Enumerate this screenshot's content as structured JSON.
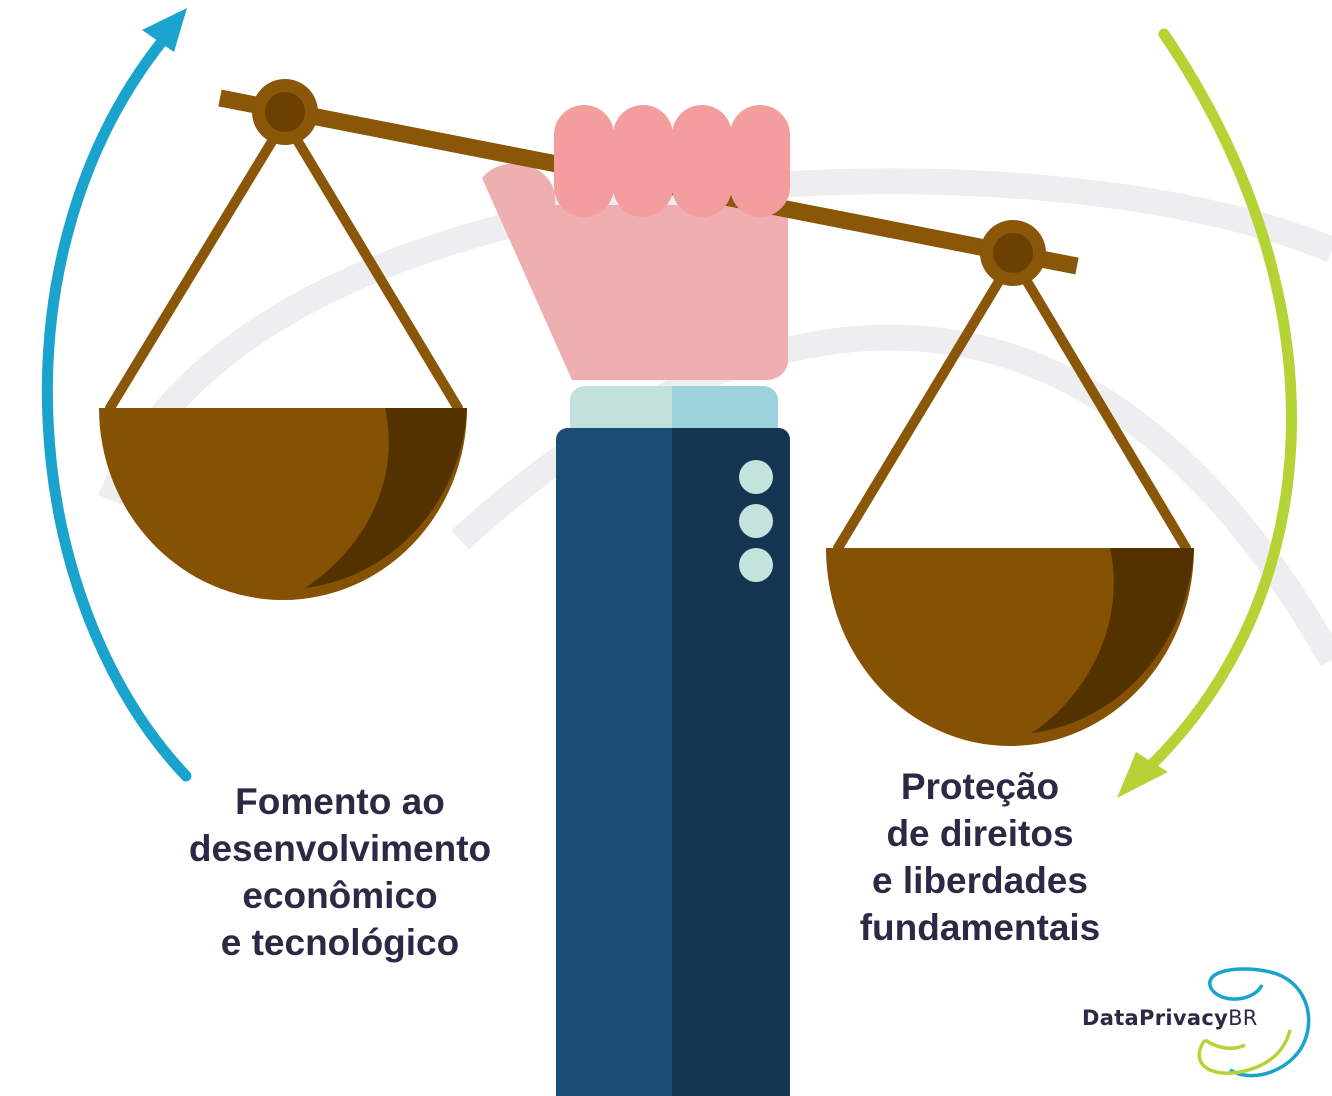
{
  "left_caption": {
    "lines": [
      "Fomento ao",
      "desenvolvimento",
      "econômico",
      "e tecnológico"
    ]
  },
  "right_caption": {
    "lines": [
      "Proteção",
      "de direitos",
      "e liberdades",
      "fundamentais"
    ]
  },
  "logo": {
    "brand_name": "DataPrivacy",
    "brand_suffix": "BR"
  },
  "colors": {
    "left_arrow": "#1aa3cd",
    "right_arrow": "#b6d335",
    "scale_wood": "#8a5607",
    "pan_light": "#855204",
    "pan_dark": "#533200",
    "hand": "#efaeaf",
    "fingers": "#f39d9e",
    "sleeve_light": "#1b4d75",
    "sleeve_dark": "#153552",
    "cuff_light": "#c2e0dc",
    "cuff_dark": "#9bd3dc",
    "button": "#c5e3dd",
    "caption_text": "#2a2a45",
    "background_swoosh": "#eeeef1"
  },
  "icons": [
    "up-arrow-icon",
    "down-arrow-icon",
    "balance-scale-icon",
    "dataprivacybr-logo-icon"
  ]
}
